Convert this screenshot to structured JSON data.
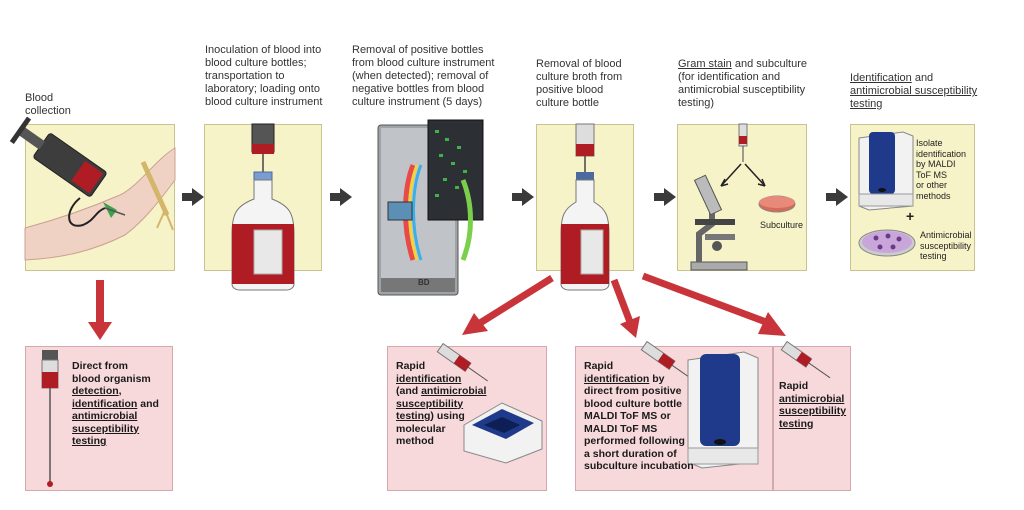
{
  "stages": [
    {
      "lines": [
        "Blood",
        "collection"
      ]
    },
    {
      "lines": [
        "Inoculation of blood into",
        "blood culture bottles;",
        "transportation to",
        "laboratory; loading onto",
        "blood culture instrument"
      ]
    },
    {
      "lines": [
        "Removal of positive bottles",
        "from blood culture instrument",
        "(when detected); removal of",
        "negative bottles from blood",
        "culture instrument (5 days)"
      ]
    },
    {
      "lines": [
        "Removal of blood",
        "culture broth from",
        "positive blood",
        "culture bottle"
      ]
    },
    {
      "line1_u": "Gram stain",
      "line1_rest": " and subculture",
      "lines": [
        "(for identification and",
        "antimicrobial susceptibility",
        "testing)"
      ]
    },
    {
      "line1_u": "Identification",
      "line1_rest": " and",
      "line2_u": "antimicrobial susceptibility",
      "line3_u": "testing"
    }
  ],
  "panel_labels": {
    "subculture": "Subculture",
    "bd_logo": "BD",
    "isolate_id": [
      "Isolate",
      "identification",
      "by MALDI",
      "ToF MS",
      "or other",
      "methods"
    ],
    "plus": "+",
    "ast": [
      "Antimicrobial",
      "susceptibility",
      "testing"
    ]
  },
  "rapid": [
    {
      "parts": [
        [
          "Direct from",
          ""
        ],
        [
          "blood organism",
          ""
        ],
        [
          "detection",
          "u",
          ","
        ],
        [
          "identification",
          "u",
          " and"
        ],
        [
          "antimicrobial",
          "u"
        ],
        [
          "susceptibility",
          "u"
        ],
        [
          "testing",
          "u"
        ]
      ]
    },
    {
      "parts": [
        [
          "Rapid",
          ""
        ],
        [
          "identification",
          "u"
        ],
        [
          "(and ",
          "",
          "",
          "antimicrobial",
          "u"
        ],
        [
          "susceptibility",
          "u"
        ],
        [
          "testing",
          "u",
          ") using"
        ],
        [
          "molecular",
          ""
        ],
        [
          "method",
          ""
        ]
      ]
    },
    {
      "parts": [
        [
          "Rapid",
          ""
        ],
        [
          "identification",
          "u",
          " by"
        ],
        [
          "direct from positive",
          ""
        ],
        [
          "blood culture bottle",
          ""
        ],
        [
          "MALDI ToF MS or",
          ""
        ],
        [
          "MALDI ToF MS",
          ""
        ],
        [
          "performed following",
          ""
        ],
        [
          "a short duration of",
          ""
        ],
        [
          "subculture incubation",
          ""
        ]
      ]
    },
    {
      "parts": [
        [
          "Rapid",
          ""
        ],
        [
          "antimicrobial",
          "u"
        ],
        [
          "susceptibility",
          "u"
        ],
        [
          "testing",
          "u"
        ]
      ]
    }
  ],
  "colors": {
    "panel": "#f7f3c8",
    "pink": "#f7d9dc",
    "arrow_dark": "#3a3a3a",
    "arrow_red": "#c8343a",
    "blood": "#b01c24",
    "maldi_blue": "#1f3a8a"
  }
}
